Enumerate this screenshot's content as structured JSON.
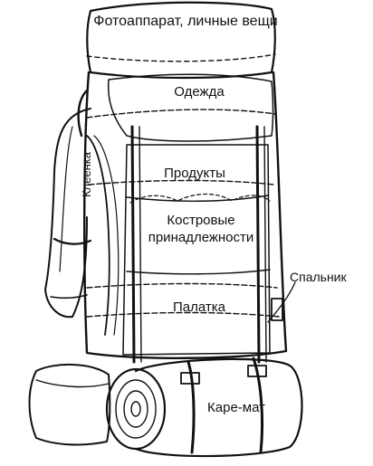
{
  "labels": {
    "camera": "Фотоаппарат, личные вещи",
    "clothes": "Одежда",
    "food": "Продукты",
    "campfire": "Костровые принадлежности",
    "tent": "Палатка",
    "sleeping_bag": "Спальник",
    "oilcloth": "Клеенка",
    "mat": "Каре-мат"
  },
  "colors": {
    "ink": "#111111",
    "paper": "#ffffff"
  }
}
